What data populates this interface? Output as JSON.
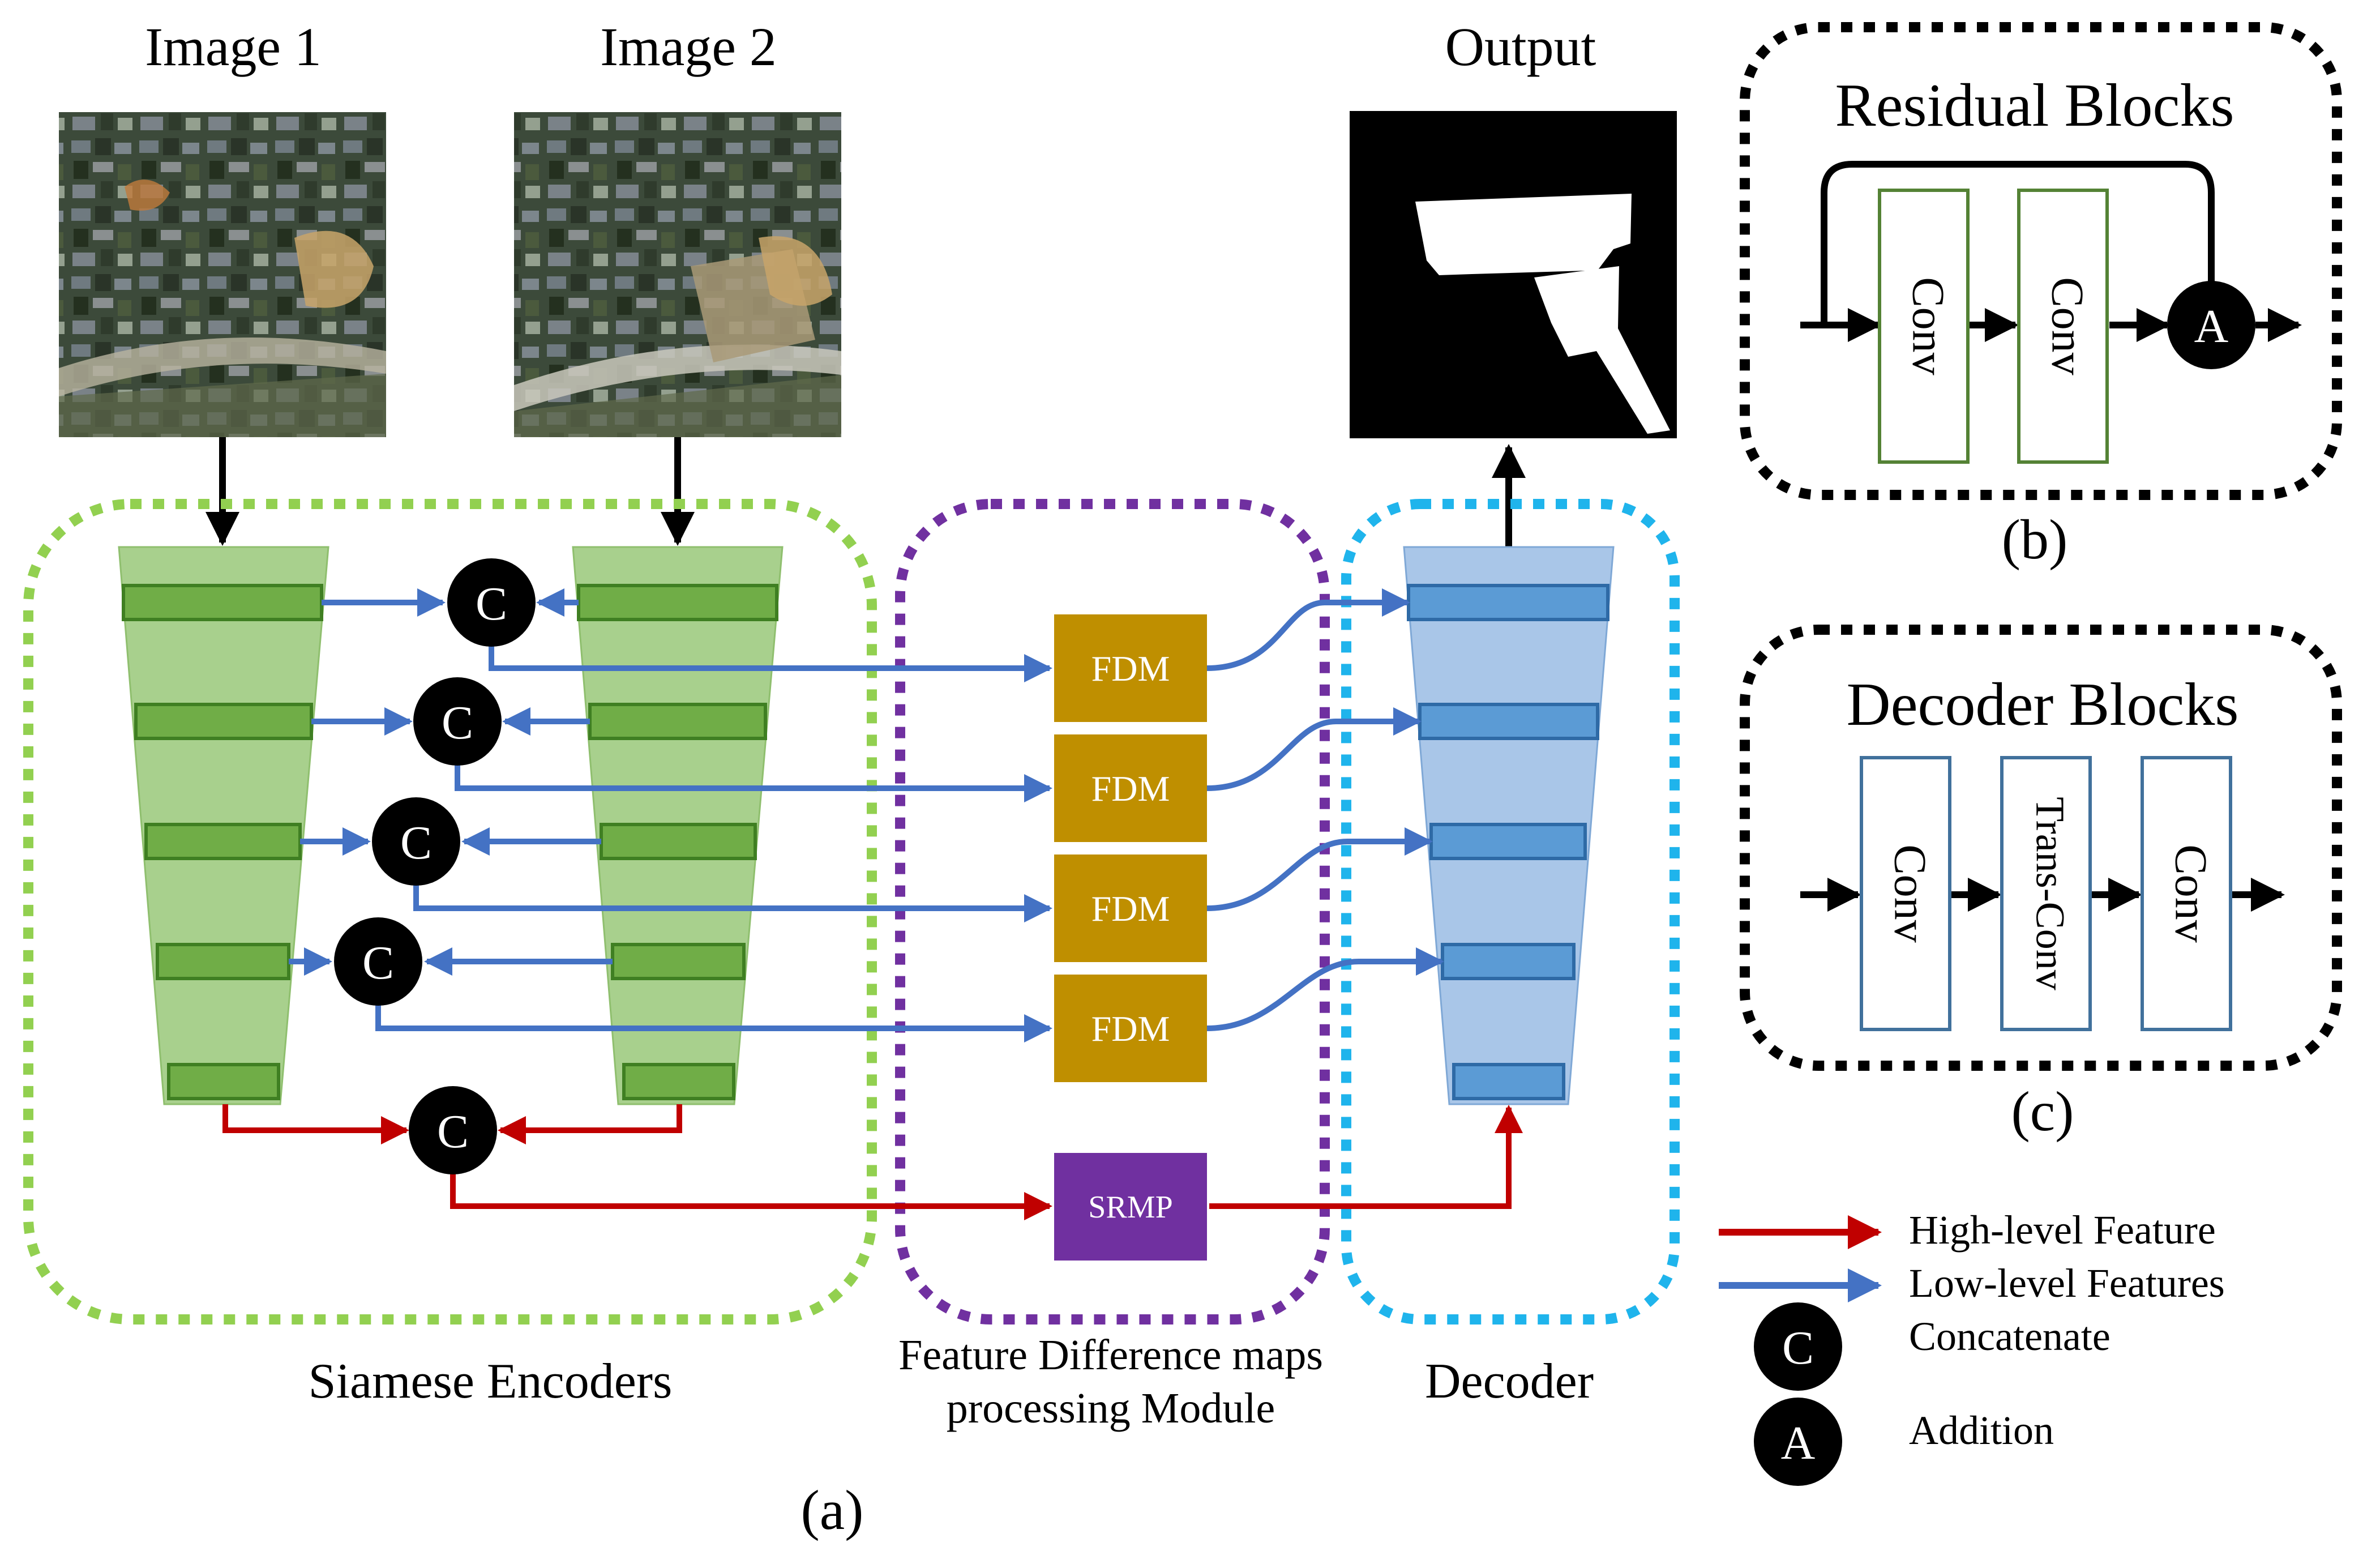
{
  "colors": {
    "encoder_fill": "#a8d08d",
    "encoder_bar": "#70ad47",
    "encoder_border_dash": "#92d050",
    "decoder_fill": "#a9c6e8",
    "decoder_bar": "#5b9bd5",
    "decoder_border_dash": "#1fb4ec",
    "fdm_border_dash": "#7030a0",
    "fdm_box": "#bf8f00",
    "srmp_box": "#7030a0",
    "low_level_arrow": "#4472c4",
    "high_level_arrow": "#c00000",
    "block_border": "#000000",
    "residual_conv_border": "#548235",
    "decoder_conv_border": "#41719c"
  },
  "labels": {
    "image1": "Image 1",
    "image2": "Image 2",
    "output": "Output",
    "siamese_encoders": "Siamese Encoders",
    "fdm_module_line1": "Feature Difference maps",
    "fdm_module_line2": "processing Module",
    "decoder": "Decoder",
    "caption_a": "(a)",
    "caption_b": "(b)",
    "caption_c": "(c)",
    "fdm": [
      "FDM",
      "FDM",
      "FDM",
      "FDM"
    ],
    "srmp": "SRMP",
    "concat_symbol": "C",
    "add_symbol": "A"
  },
  "residual_blocks": {
    "title": "Residual Blocks",
    "conv1": "Conv",
    "conv2": "Conv",
    "add": "A"
  },
  "decoder_blocks": {
    "title": "Decoder Blocks",
    "conv1": "Conv",
    "transconv": "Trans-Conv",
    "conv2": "Conv"
  },
  "legend": {
    "high_level": "High-level Feature",
    "low_level": "Low-level Features",
    "concatenate_symbol": "C",
    "concatenate": "Concatenate",
    "addition_symbol": "A",
    "addition": "Addition"
  }
}
